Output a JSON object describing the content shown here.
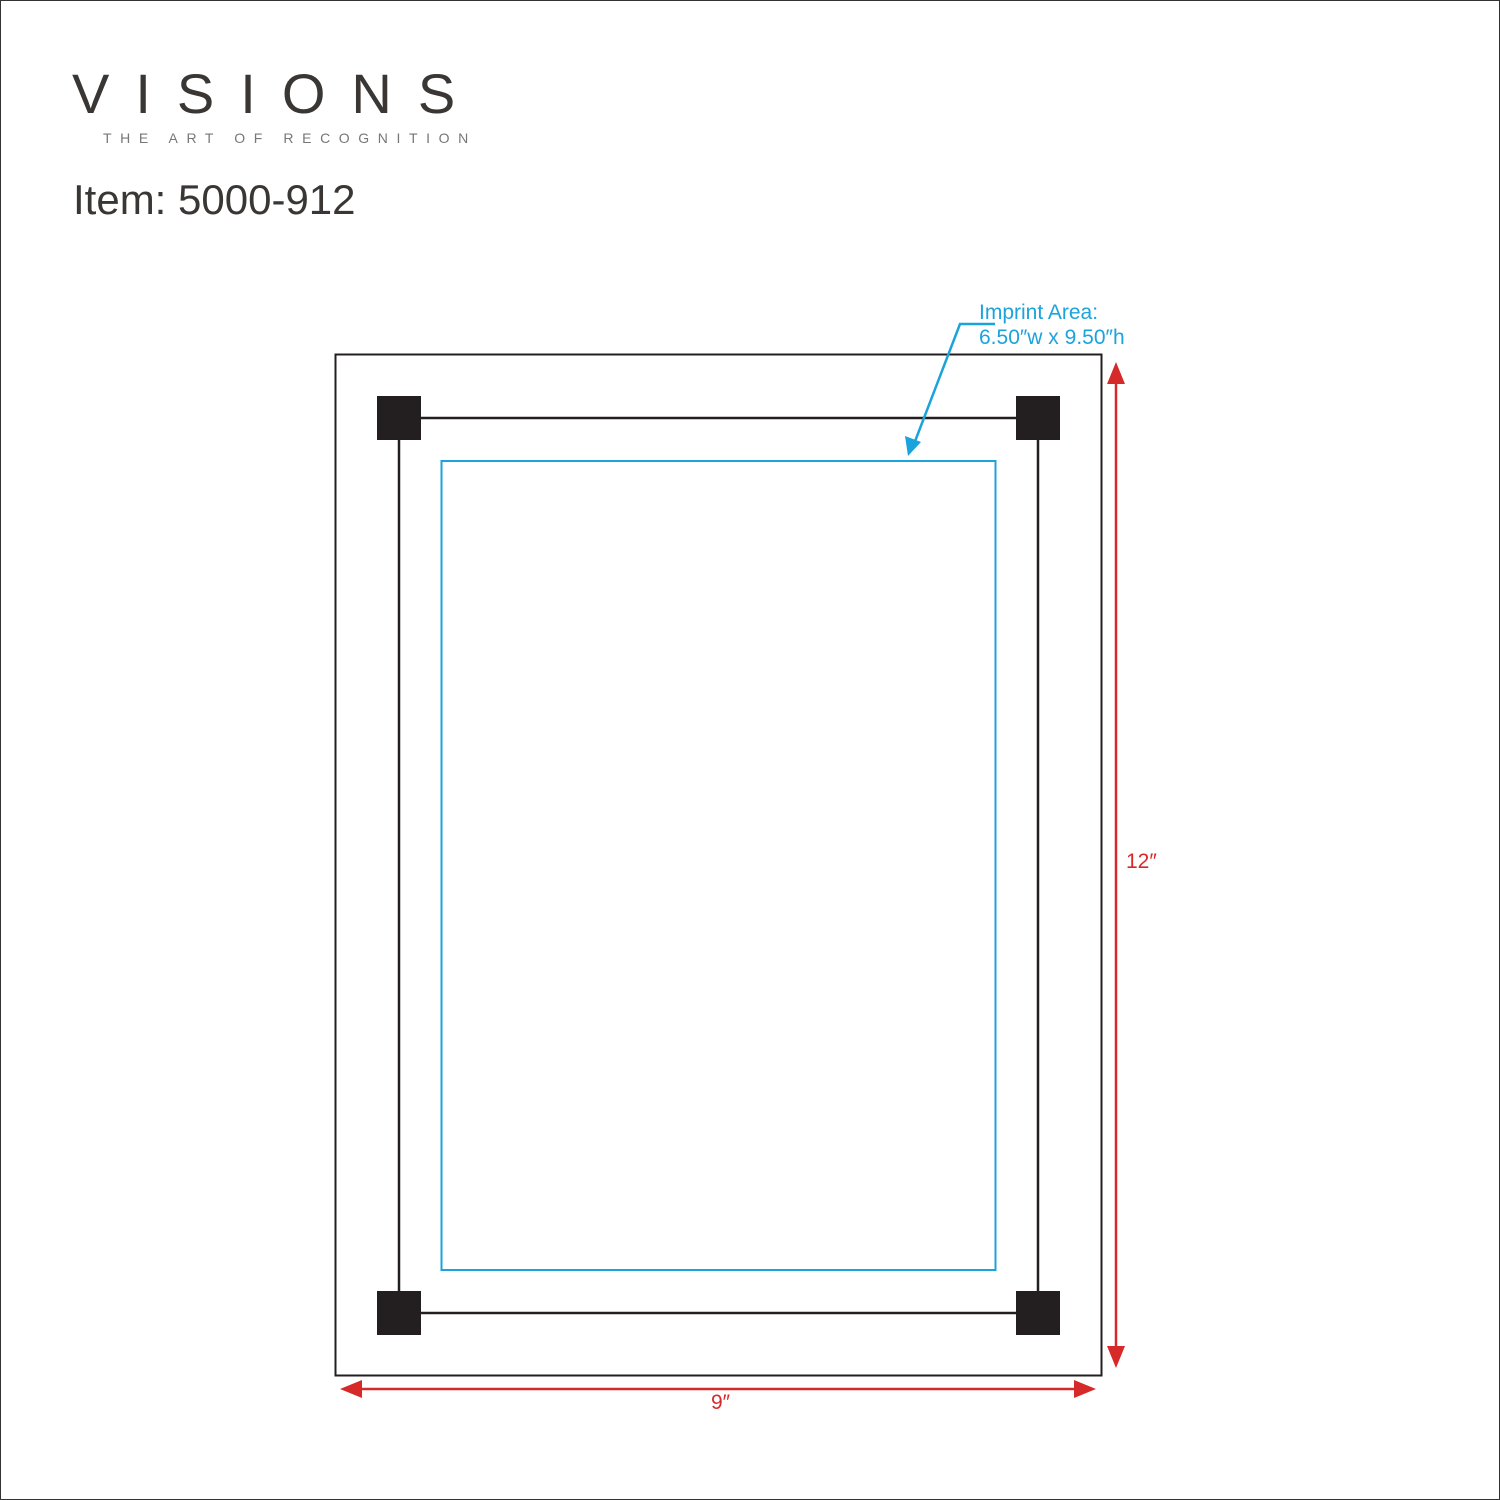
{
  "brand": {
    "name": "VISIONS",
    "tagline": "THE ART OF RECOGNITION"
  },
  "item_label": "Item: 5000-912",
  "imprint": {
    "title": "Imprint Area:",
    "size": "6.50″w x 9.50″h"
  },
  "dimensions": {
    "height": "12″",
    "width": "9″"
  },
  "colors": {
    "imprint": "#1ba3dc",
    "dimension": "#d62a2a",
    "outline": "#231f20"
  }
}
